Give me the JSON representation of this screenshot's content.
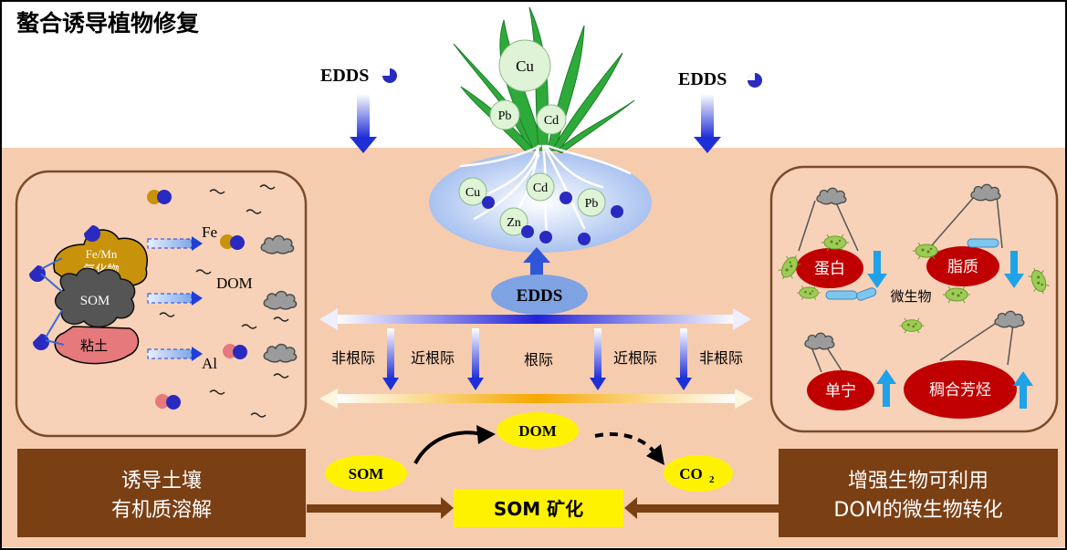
{
  "title": "螯合诱导植物修复",
  "edds_left": "EDDS",
  "edds_right": "EDDS",
  "edds_center": "EDDS",
  "plant_metals": [
    "Cu",
    "Pb",
    "Cd"
  ],
  "root_metals": [
    "Cu",
    "Cd",
    "Pb",
    "Zn"
  ],
  "left_panel": {
    "minerals": {
      "femn_line1": "Fe/Mn",
      "femn_line2": "氧化物",
      "som": "SOM",
      "clay": "粘土"
    },
    "products": {
      "fe": "Fe",
      "dom": "DOM",
      "al": "Al"
    }
  },
  "zones": [
    "非根际",
    "近根际",
    "根际",
    "近根际",
    "非根际"
  ],
  "cycle": {
    "som": "SOM",
    "dom": "DOM",
    "co2_main": "CO",
    "co2_sub": "2",
    "mineral": "SOM 矿化"
  },
  "left_box": {
    "line1": "诱导土壤",
    "line2": "有机质溶解"
  },
  "right_box": {
    "line1": "增强生物可利用",
    "line2": "DOM的微生物转化"
  },
  "right_panel": {
    "protein": "蛋白",
    "lipid": "脂质",
    "microbe": "微生物",
    "tannin": "单宁",
    "aromatics": "稠合芳烃"
  },
  "colors": {
    "soil": "#f6ccaf",
    "panel_border": "#7a4a2a",
    "brown_box": "#7b3f14",
    "yellow": "#fff200",
    "red_ellipse": "#c00000",
    "blue_arrow": "#1f3fd8",
    "cyan_arrow": "#1fa2e8",
    "edds_chelate": "#2a2ac0"
  },
  "icons": [
    "edds-chelate-icon",
    "cloud-icon",
    "bacteria-icon",
    "up-arrow-icon",
    "down-arrow-icon",
    "gradient-arrow-icon"
  ]
}
